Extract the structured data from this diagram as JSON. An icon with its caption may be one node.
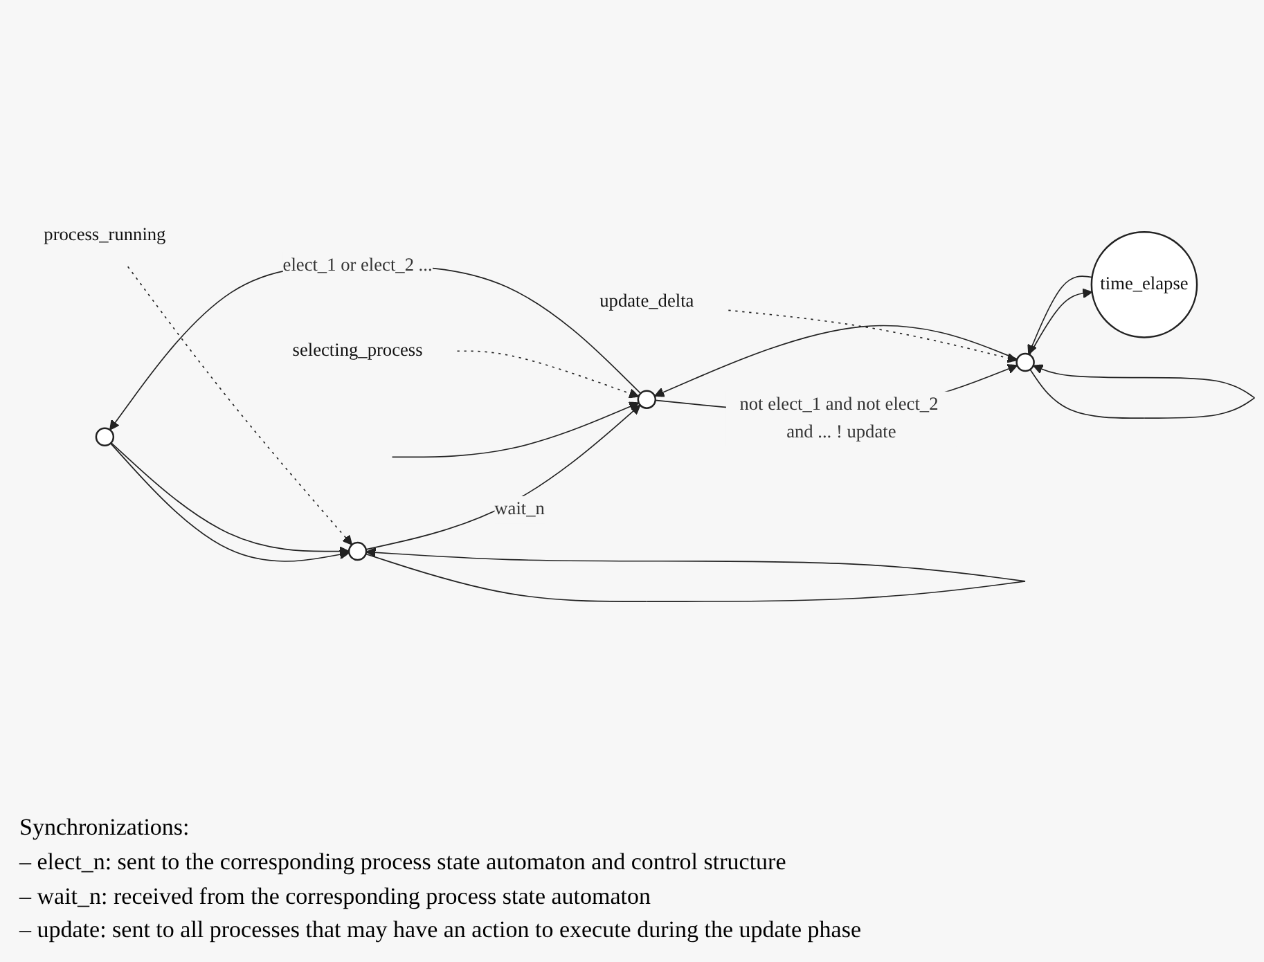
{
  "diagram": {
    "nodes": [
      {
        "text": [],
        "shape": "circle"
      },
      {
        "text": [],
        "shape": "circle"
      },
      {
        "text": [],
        "shape": "circle"
      },
      {
        "text": [],
        "shape": "circle"
      },
      {
        "text": [
          "time_elapse"
        ]
      },
      {
        "text": [
          "process_running"
        ]
      },
      {
        "text": [
          "selecting_process"
        ]
      },
      {
        "text": [
          "update_delta"
        ]
      }
    ],
    "edges": [
      {
        "from": 0,
        "to": 1,
        "arrow": "to"
      },
      {
        "from": 0,
        "to": 1,
        "arrow": "to"
      },
      {
        "from": 1,
        "to": 1,
        "arrow": "to"
      },
      {
        "from": 1,
        "to": 2,
        "label": "wait_n",
        "arrow": "to"
      },
      {
        "from": 2,
        "to": 0,
        "label": "elect_1 or elect_2 ...",
        "arrow": "to"
      },
      {
        "from": null,
        "to": 2,
        "arrow": "to"
      },
      {
        "from": 2,
        "to": 3,
        "label": "not elect_1 and not elect_2 and ... ! update",
        "arrow": "to"
      },
      {
        "from": 3,
        "to": 2,
        "arrow": "to"
      },
      {
        "from": 3,
        "to": 4,
        "arrow": "to"
      },
      {
        "from": 4,
        "to": 3,
        "arrow": "to"
      },
      {
        "from": 3,
        "to": 3,
        "arrow": "to"
      },
      {
        "from": 5,
        "to": 1,
        "arrow": "to",
        "style": "dashed"
      },
      {
        "from": 6,
        "to": 2,
        "arrow": "to",
        "style": "dashed"
      },
      {
        "from": 7,
        "to": 3,
        "arrow": "to",
        "style": "dashed"
      }
    ],
    "labels": [
      "Synchronizations:",
      "– elect_n: sent to the corresponding process state automaton and control structure",
      "– wait_n: received from the corresponding process state automaton",
      "– update: sent to all processes that may have an action to execute during the update phase"
    ]
  }
}
